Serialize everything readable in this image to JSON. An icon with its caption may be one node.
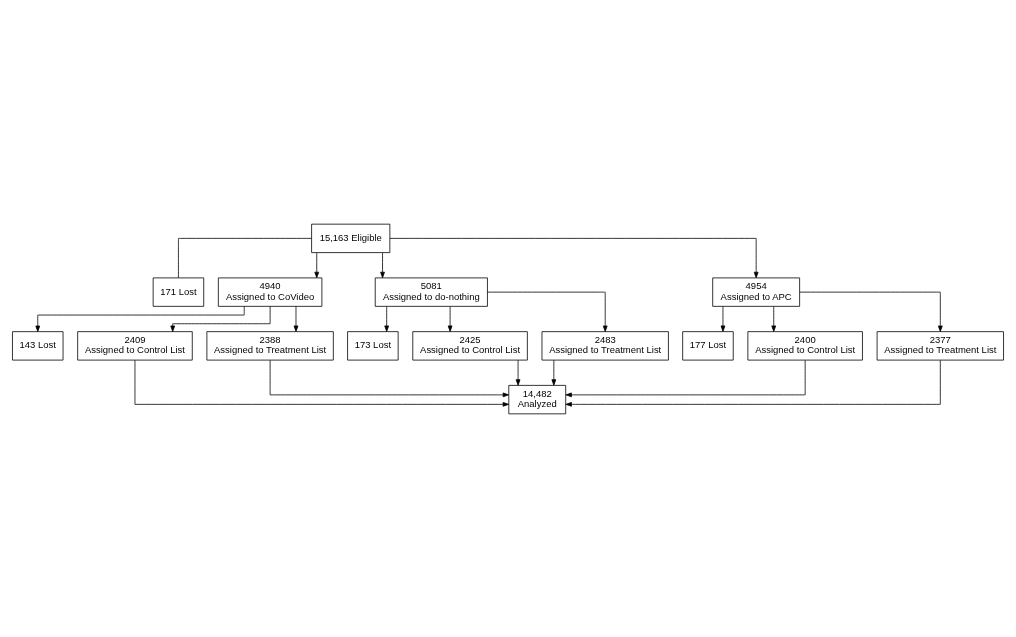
{
  "diagram": {
    "nodes": [
      {
        "text": [
          "15,163 Eligible"
        ]
      },
      {
        "text": [
          "171 Lost"
        ]
      },
      {
        "text": [
          "4940",
          "Assigned to CoVideo"
        ]
      },
      {
        "text": [
          "5081",
          "Assigned to do-nothing"
        ]
      },
      {
        "text": [
          "4954",
          "Assigned to APC"
        ]
      },
      {
        "text": [
          "143 Lost"
        ]
      },
      {
        "text": [
          "173 Lost"
        ]
      },
      {
        "text": [
          "177 Lost"
        ]
      },
      {
        "text": [
          "2409",
          "Assigned to Control List"
        ]
      },
      {
        "text": [
          "2388",
          "Assigned to Treatment List"
        ]
      },
      {
        "text": [
          "2425",
          "Assigned to Control List"
        ]
      },
      {
        "text": [
          "2483",
          "Assigned to Treatment List"
        ]
      },
      {
        "text": [
          "2400",
          "Assigned to Control List"
        ]
      },
      {
        "text": [
          "2377",
          "Assigned to Treatment List"
        ]
      },
      {
        "text": [
          "14,482",
          "Analyzed"
        ]
      }
    ],
    "edges": [
      {
        "from": 0,
        "to": 1,
        "arrow": "none"
      },
      {
        "from": 0,
        "to": 2,
        "arrow": "to"
      },
      {
        "from": 0,
        "to": 3,
        "arrow": "to"
      },
      {
        "from": 0,
        "to": 4,
        "arrow": "to"
      },
      {
        "from": 2,
        "to": 5,
        "arrow": "to"
      },
      {
        "from": 3,
        "to": 6,
        "arrow": "to"
      },
      {
        "from": 4,
        "to": 7,
        "arrow": "to"
      },
      {
        "from": 2,
        "to": 8,
        "arrow": "to"
      },
      {
        "from": 2,
        "to": 9,
        "arrow": "to"
      },
      {
        "from": 3,
        "to": 10,
        "arrow": "to"
      },
      {
        "from": 3,
        "to": 11,
        "arrow": "to"
      },
      {
        "from": 4,
        "to": 12,
        "arrow": "to"
      },
      {
        "from": 4,
        "to": 13,
        "arrow": "to"
      },
      {
        "from": 8,
        "to": 14,
        "arrow": "to"
      },
      {
        "from": 9,
        "to": 14,
        "arrow": "to"
      },
      {
        "from": 10,
        "to": 14,
        "arrow": "to"
      },
      {
        "from": 11,
        "to": 14,
        "arrow": "to"
      },
      {
        "from": 12,
        "to": 14,
        "arrow": "to"
      },
      {
        "from": 13,
        "to": 14,
        "arrow": "to"
      }
    ]
  }
}
